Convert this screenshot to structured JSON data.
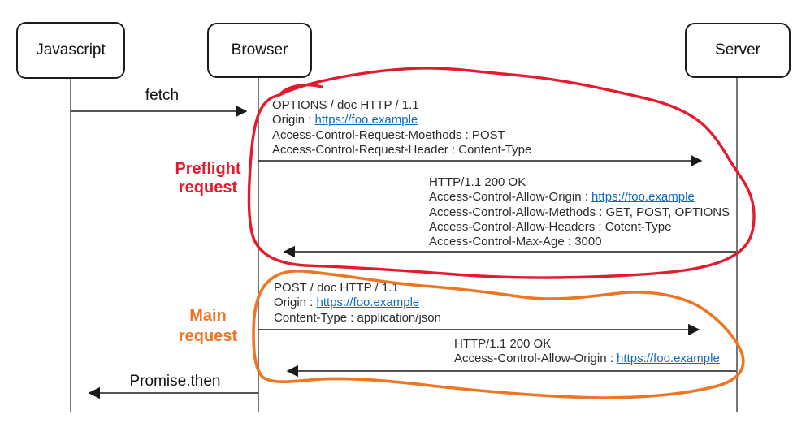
{
  "actors": {
    "javascript": "Javascript",
    "browser": "Browser",
    "server": "Server"
  },
  "arrows": {
    "fetch_label": "fetch",
    "promise_label": "Promise.then"
  },
  "annotations": {
    "preflight": {
      "line1": "Preflight",
      "line2": "request"
    },
    "main": {
      "line1": "Main",
      "line2": "request"
    }
  },
  "blocks": {
    "preflight_request": {
      "line1": "OPTIONS / doc HTTP / 1.1",
      "line2_label": "Origin : ",
      "line2_link": "https://foo.example",
      "line3": "Access-Control-Request-Moethods : POST",
      "line4": "Access-Control-Request-Header : Content-Type"
    },
    "preflight_response": {
      "line1": "HTTP/1.1 200 OK",
      "line2_label": "Access-Control-Allow-Origin : ",
      "line2_link": "https://foo.example",
      "line3": "Access-Control-Allow-Methods : GET, POST, OPTIONS",
      "line4": "Access-Control-Allow-Headers : Cotent-Type",
      "line5": "Access-Control-Max-Age : 3000"
    },
    "main_request": {
      "line1": "POST / doc HTTP / 1.1",
      "line2_label": "Origin : ",
      "line2_link": "https://foo.example",
      "line3": "Content-Type : application/json"
    },
    "main_response": {
      "line1": "HTTP/1.1 200 OK",
      "line2_label": "Access-Control-Allow-Origin : ",
      "line2_link": "https://foo.example"
    }
  },
  "colors": {
    "red": "#e51a2e",
    "orange": "#ee7623",
    "link": "#0b6cc4",
    "ink": "#1a1a1a"
  }
}
